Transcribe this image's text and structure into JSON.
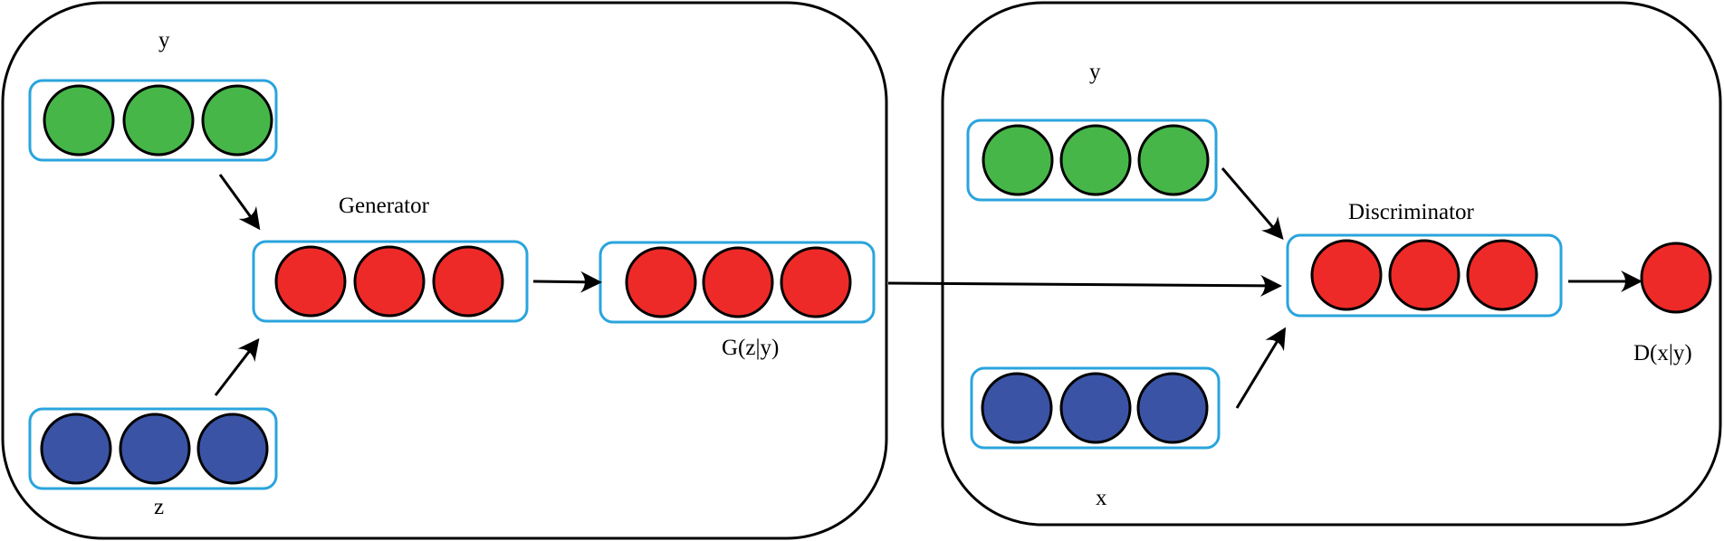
{
  "colors": {
    "green": "#46b649",
    "red": "#ee2a28",
    "blue": "#3a53a4",
    "vector_border": "#2aa4dd",
    "stroke": "#000000"
  },
  "generator": {
    "title": "Generator",
    "y_label": "y",
    "z_label": "z",
    "output_label": "G(z|y)"
  },
  "discriminator": {
    "title": "Discriminator",
    "y_label": "y",
    "x_label": "x",
    "output_label": "D(x|y)"
  }
}
